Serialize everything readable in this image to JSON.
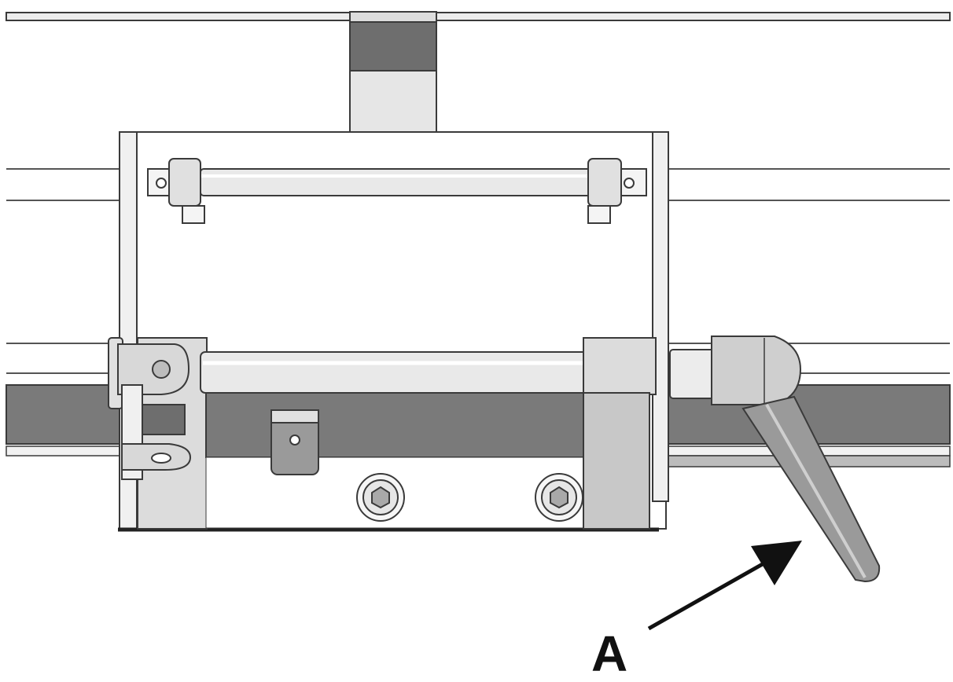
{
  "figure": {
    "callout_label": "A",
    "colors": {
      "background": "#ffffff",
      "outline": "#3a3a3a",
      "light_metal": "#e6e6e6",
      "mid_metal": "#c8c8c8",
      "dark_band": "#7a7a7a",
      "dark_block": "#6e6e6e",
      "arrow": "#111111"
    },
    "parts": [
      "top-rail",
      "vertical-post",
      "mounting-plate",
      "upper-rod",
      "lower-rod",
      "clamp-lever",
      "bolt-heads",
      "hinge-bracket"
    ]
  }
}
